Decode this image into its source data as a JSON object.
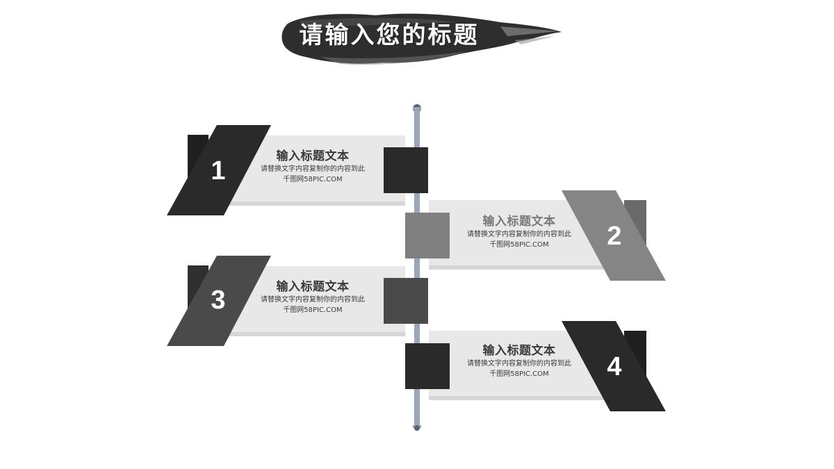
{
  "title": "请输入您的标题",
  "colors": {
    "dark": "#2a2a2a",
    "medium": "#808080",
    "slate": "#4a4a4a",
    "panel": "#e8e8e8",
    "axis": "#9aa6b8"
  },
  "cards": [
    {
      "number": "1",
      "heading": "输入标题文本",
      "body_line1": "请替换文字内容复制你的内容到此",
      "body_line2": "千图网58PIC.COM"
    },
    {
      "number": "2",
      "heading": "输入标题文本",
      "body_line1": "请替换文字内容复制你的内容到此",
      "body_line2": "千图网58PIC.COM"
    },
    {
      "number": "3",
      "heading": "输入标题文本",
      "body_line1": "请替换文字内容复制你的内容到此",
      "body_line2": "千图网58PIC.COM"
    },
    {
      "number": "4",
      "heading": "输入标题文本",
      "body_line1": "请替换文字内容复制你的内容到此",
      "body_line2": "千图网58PIC.COM"
    }
  ]
}
